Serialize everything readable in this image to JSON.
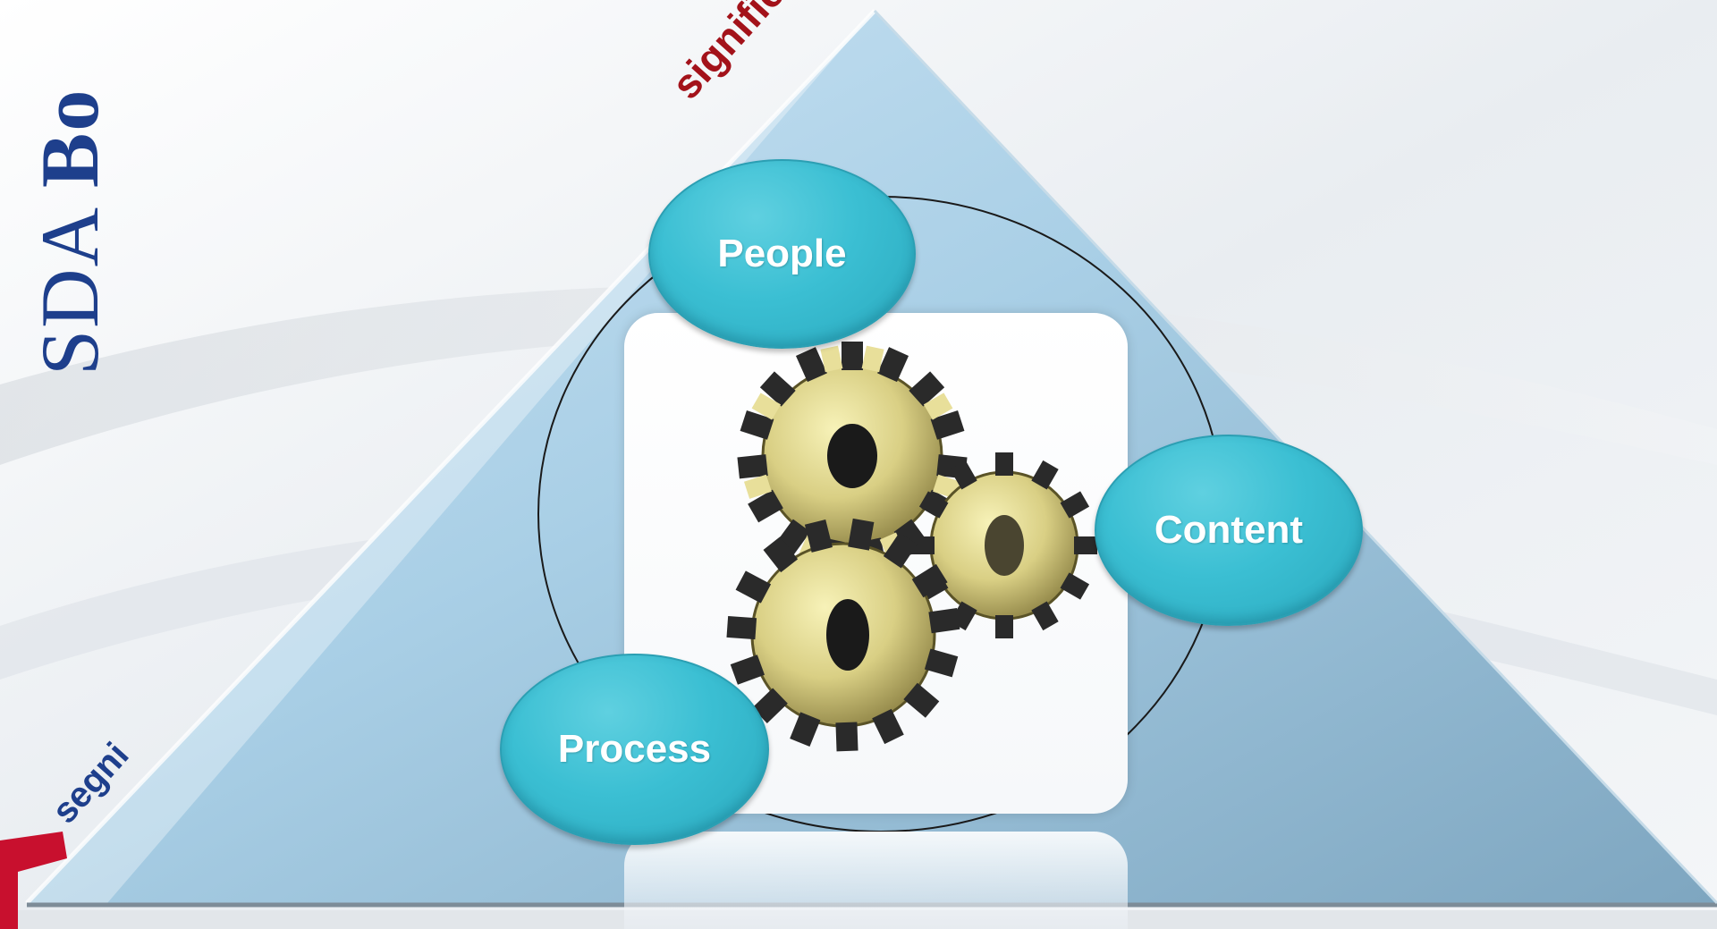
{
  "brand": {
    "name_regular": "SDA ",
    "name_bold": "Bo"
  },
  "diagram": {
    "edge_labels": {
      "top": "significati",
      "left": "segni"
    },
    "nodes": [
      {
        "id": "people",
        "label": "People"
      },
      {
        "id": "content",
        "label": "Content"
      },
      {
        "id": "process",
        "label": "Process"
      }
    ],
    "center_icon": "gears-icon"
  },
  "colors": {
    "triangle": "#8fbfdd",
    "node": "#3bbfd3",
    "significati_text": "#a3121a",
    "segni_text": "#1e3f8c",
    "brand_text": "#1e3f8c"
  }
}
